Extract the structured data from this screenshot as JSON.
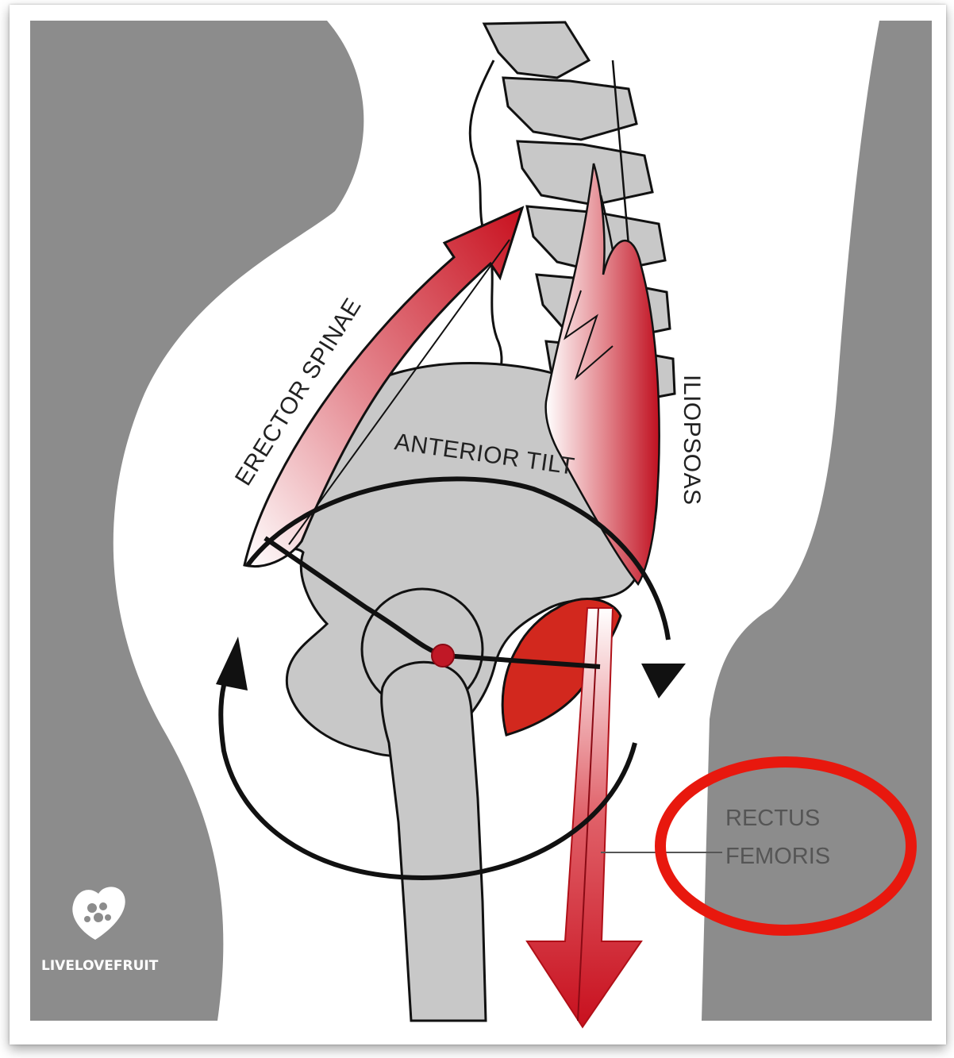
{
  "labels": {
    "erector_spinae": "ERECTOR SPINAE",
    "anterior_tilt": "ANTERIOR TILT",
    "iliopsoas": "ILIOPSOAS",
    "rectus_line1": "RECTUS",
    "rectus_line2": "FEMORIS"
  },
  "logo": {
    "text": "LIVELOVEFRUIT"
  },
  "colors": {
    "background_gray": "#8c8c8c",
    "bone": "#c8c8c8",
    "muscle_red": "#c8101e",
    "highlight_circle": "#e8180e",
    "outline": "#111111"
  }
}
